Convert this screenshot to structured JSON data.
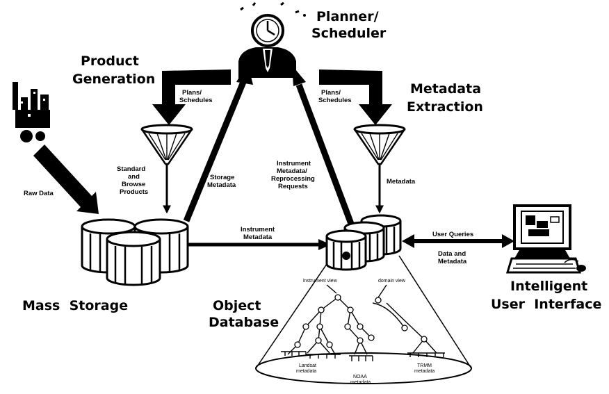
{
  "labels": {
    "planner": [
      "Planner/",
      "Scheduler"
    ],
    "product_generation": [
      "Product",
      "Generation"
    ],
    "metadata_extraction": [
      "Metadata",
      "Extraction"
    ],
    "mass_storage": "Mass  Storage",
    "object_database": [
      "Object",
      "Database"
    ],
    "intelligent_ui": [
      "Intelligent",
      "User  Interface"
    ],
    "plans_left": [
      "Plans/",
      "Schedules"
    ],
    "plans_right": [
      "Plans/",
      "Schedules"
    ],
    "raw_data": "Raw Data",
    "standard_browse": [
      "Standard",
      "and",
      "Browse",
      "Products"
    ],
    "storage_metadata": [
      "Storage",
      "Metadata"
    ],
    "instrument_metadata_requests": [
      "Instrument",
      "Metadata/",
      "Reprocessing",
      "Requests"
    ],
    "metadata": "Metadata",
    "instrument_metadata": [
      "Instrument",
      "Metadata"
    ],
    "user_queries": "User Queries",
    "data_and_metadata": [
      "Data and",
      "Metadata"
    ],
    "instrument_view": "instrument view",
    "domain_view": "domain view",
    "landsat_metadata": [
      "Landsat",
      "metadata"
    ],
    "noaa_metadata": [
      "NOAA",
      "metadata"
    ],
    "trmm_metadata": [
      "TRMM",
      "metadata"
    ]
  },
  "icons": [
    "satellite-icon",
    "planner-person-icon",
    "clock-icon",
    "funnel-icon",
    "database-cylinder-icon",
    "computer-workstation-icon",
    "mouse-icon"
  ]
}
